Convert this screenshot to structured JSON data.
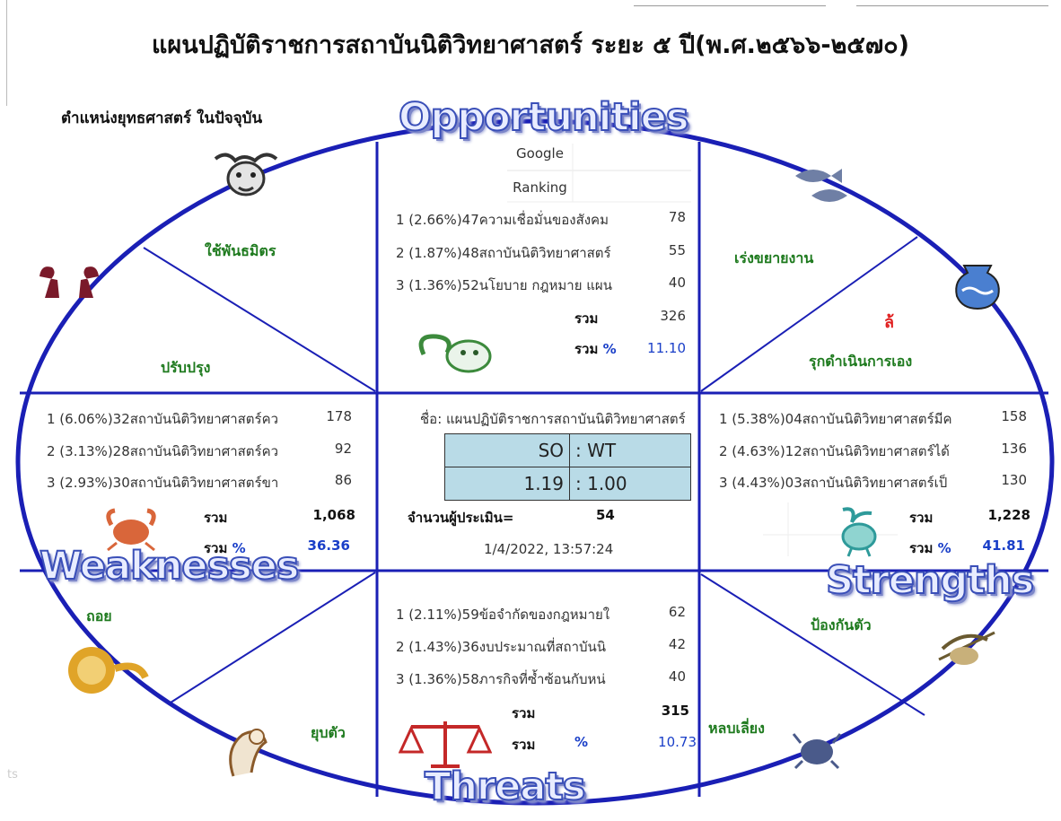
{
  "title": "แผนปฏิบัติราชการสถาบันนิติวิทยาศาสตร์ ระยะ ๕ ปี(พ.ศ.๒๕๖๖-๒๕๗๐)",
  "subtitle": "ตำแหน่งยุทธศาสตร์ ในปัจจุบัน",
  "quadrants": {
    "opportunities": "Opportunities",
    "weaknesses": "Weaknesses",
    "strengths": "Strengths",
    "threats": "Threats"
  },
  "strategies": {
    "ally": "ใช้พันธมิตร",
    "improve": "ปรับปรุง",
    "expand": "เร่งขยายงาน",
    "overflow": "ล้",
    "proactive": "รุกดำเนินการเอง",
    "retreat": "ถอย",
    "dissolve": "ยุบตัว",
    "defend": "ป้องกันตัว",
    "avoid": "หลบเลี่ยง"
  },
  "opportunities": {
    "google": "Google",
    "ranking": "Ranking",
    "rows": [
      {
        "label": "1 (2.66%)47ความเชื่อมั่นของสังคม",
        "value": "78"
      },
      {
        "label": "2 (1.87%)48สถาบันนิติวิทยาศาสตร์",
        "value": "55"
      },
      {
        "label": "3 (1.36%)52นโยบาย กฎหมาย แผน",
        "value": "40"
      }
    ],
    "total_label": "รวม",
    "total": "326",
    "pct_label": "รวม",
    "pct_sign": "%",
    "pct": "11.10"
  },
  "weaknesses": {
    "rows": [
      {
        "label": "1 (6.06%)32สถาบันนิติวิทยาศาสตร์คว",
        "value": "178"
      },
      {
        "label": "2 (3.13%)28สถาบันนิติวิทยาศาสตร์คว",
        "value": "92"
      },
      {
        "label": "3 (2.93%)30สถาบันนิติวิทยาศาสตร์ขา",
        "value": "86"
      }
    ],
    "total_label": "รวม",
    "total": "1,068",
    "pct_label": "รวม",
    "pct_sign": "%",
    "pct": "36.36"
  },
  "strengths": {
    "rows": [
      {
        "label": "1 (5.38%)04สถาบันนิติวิทยาศาสตร์มีค",
        "value": "158"
      },
      {
        "label": "2 (4.63%)12สถาบันนิติวิทยาศาสตร์ได้",
        "value": "136"
      },
      {
        "label": "3 (4.43%)03สถาบันนิติวิทยาศาสตร์เป็",
        "value": "130"
      }
    ],
    "total_label": "รวม",
    "total": "1,228",
    "pct_label": "รวม",
    "pct_sign": "%",
    "pct": "41.81"
  },
  "threats": {
    "rows": [
      {
        "label": "1 (2.11%)59ข้อจำกัดของกฎหมายใ",
        "value": "62"
      },
      {
        "label": "2 (1.43%)36งบประมาณที่สถาบันนิ",
        "value": "42"
      },
      {
        "label": "3 (1.36%)58ภารกิจที่ซ้ำซ้อนกับหน่",
        "value": "40"
      }
    ],
    "total_label": "รวม",
    "total": "315",
    "pct_label": "รวม",
    "pct_sign": "%",
    "pct": "10.73"
  },
  "center": {
    "name": "ชื่อ: แผนปฏิบัติราชการสถาบันนิติวิทยาศาสตร์",
    "so_label": "SO",
    "wt_label": ": WT",
    "so_value": "1.19",
    "wt_value": ": 1.00",
    "evaluators_label": "จำนวนผู้ประเมิน=",
    "evaluators": "54",
    "timestamp": "1/4/2022, 13:57:24"
  },
  "footer_text": "ts",
  "colors": {
    "frame": "#1a1fb5",
    "strategy_text": "#1e7a1e",
    "pct_text": "#1a3fc8",
    "table_bg": "#b9dbe7"
  },
  "icons": [
    "aries-icon",
    "taurus-icon",
    "gemini-icon",
    "pisces-icon",
    "aquarius-icon",
    "cancer-icon",
    "capricorn-icon",
    "leo-icon",
    "virgo-icon",
    "libra-icon",
    "sagittarius-icon",
    "scorpio-icon"
  ]
}
